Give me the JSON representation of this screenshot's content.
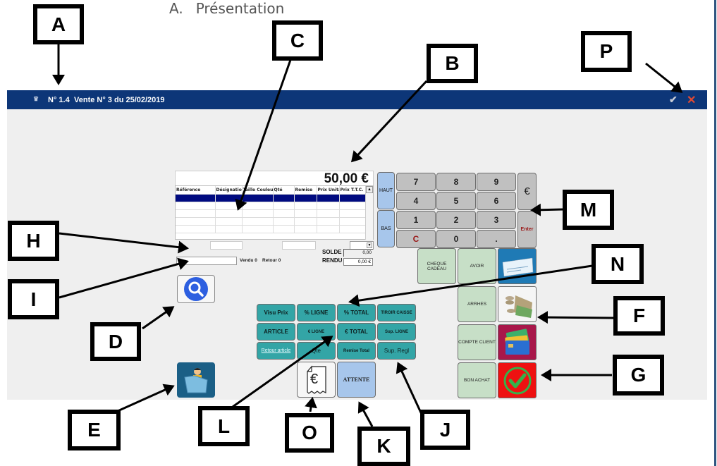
{
  "document": {
    "heading_number": "A.",
    "heading_text": "Présentation"
  },
  "window": {
    "number": "N° 1.4",
    "title": "Vente N° 3 du 25/02/2019",
    "crown_icon": "crown-icon",
    "validate_icon": "✔",
    "close_icon": "✕"
  },
  "sale": {
    "total": "50,00 €",
    "columns": [
      "Référence",
      "Désignation",
      "Taille",
      "Couleur",
      "Qté",
      "Remise",
      "Prix Unitaire",
      "Prix T.T.C."
    ],
    "column_labels_display": [
      "Référence",
      "Désignation",
      "Taille Couleur",
      "Qté",
      "Remise",
      "Prix Unitai",
      "Prix T.T.C."
    ],
    "rows": 6,
    "vendu_label": "Vendu 0",
    "retour_label": "Retour 0",
    "solde_label": "SOLDE",
    "solde_value": "0,00",
    "rendu_label": "RENDU",
    "rendu_value": "0,00 €"
  },
  "keypad": {
    "haut": "HAUT",
    "bas": "BAS",
    "keys": [
      "7",
      "8",
      "9",
      "4",
      "5",
      "6",
      "1",
      "2",
      "3",
      "C",
      "0",
      "."
    ],
    "euro": "€",
    "enter": "Enter"
  },
  "payments": {
    "cheque_cadeau": "CHEQUE CADEAU",
    "avoir": "AVOIR",
    "arrhes": "ARRHES",
    "compte_client": "COMPTE CLIENT",
    "bon_achat": "BON ACHAT"
  },
  "actions": {
    "visu_prix": "Visu Prix",
    "pct_ligne": "% LIGNE",
    "pct_total": "% TOTAL",
    "tiroir_caisse": "TIROIR CAISSE",
    "article": "ARTICLE",
    "eur_ligne": "€ LIGNE",
    "eur_total": "€ TOTAL",
    "sup_ligne": "Sup. LIGNE",
    "retour_article": "Retour article",
    "qte": "Qte",
    "remise_total": "Remise Total",
    "sup_regl": "Sup. Regl",
    "attente": "ATTENTE",
    "receipt_symbol": "€"
  },
  "callouts": [
    "A",
    "B",
    "C",
    "D",
    "E",
    "F",
    "G",
    "H",
    "I",
    "J",
    "K",
    "L",
    "M",
    "N",
    "O",
    "P"
  ],
  "colors": {
    "titlebar": "#0d3678",
    "teal_buttons": "#33a5a6",
    "keypad": "#c0c0c0",
    "nav_buttons": "#a7c6eb",
    "payment_buttons": "#c7dfc7",
    "selected_row": "#000a80",
    "close_red": "#e24a32"
  }
}
